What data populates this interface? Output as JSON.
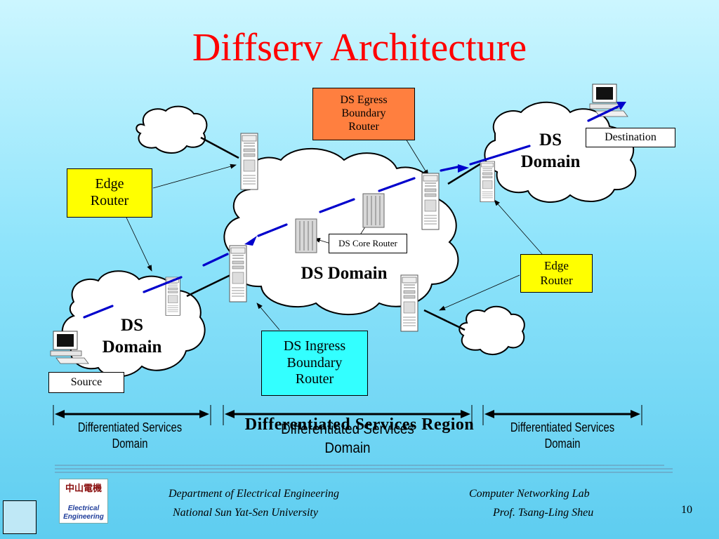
{
  "slide": {
    "title": "Diffserv Architecture",
    "page_number": "10"
  },
  "labels": {
    "egress": [
      "DS Egress",
      "Boundary",
      "Router"
    ],
    "edge_left": [
      "Edge",
      "Router"
    ],
    "edge_right": [
      "Edge",
      "Router"
    ],
    "ingress": [
      "DS Ingress",
      "Boundary",
      "Router"
    ],
    "core": "DS Core Router",
    "destination": "Destination",
    "source": "Source"
  },
  "domains": {
    "center": "DS Domain",
    "right": [
      "DS",
      "Domain"
    ],
    "left": [
      "DS",
      "Domain"
    ]
  },
  "region": {
    "left": [
      "Differentiated Services",
      "Domain"
    ],
    "middle": [
      "Differentiated Services",
      "Domain"
    ],
    "right": [
      "Differentiated Services",
      "Domain"
    ],
    "overlay": "Differentiated Services Region"
  },
  "footer": {
    "left_line1": "Department of Electrical Engineering",
    "left_line2": "National Sun Yat-Sen University",
    "right_line1": "Computer Networking Lab",
    "right_line2": "Prof. Tsang-Ling Sheu"
  },
  "logo": {
    "chinese_text": "中山電機",
    "english_line1": "Electrical",
    "english_line2": "Engineering"
  },
  "colors": {
    "title": "#ff0000",
    "flow_arrow": "#0000cc",
    "egress_box": "#ff7f3f",
    "edge_box": "#ffff00",
    "ingress_box": "#33ffff"
  },
  "icons": {
    "router": "server-tower-icon",
    "core_router": "core-router-icon",
    "host": "desktop-computer-icon",
    "nav": "back-triangle-icon"
  }
}
